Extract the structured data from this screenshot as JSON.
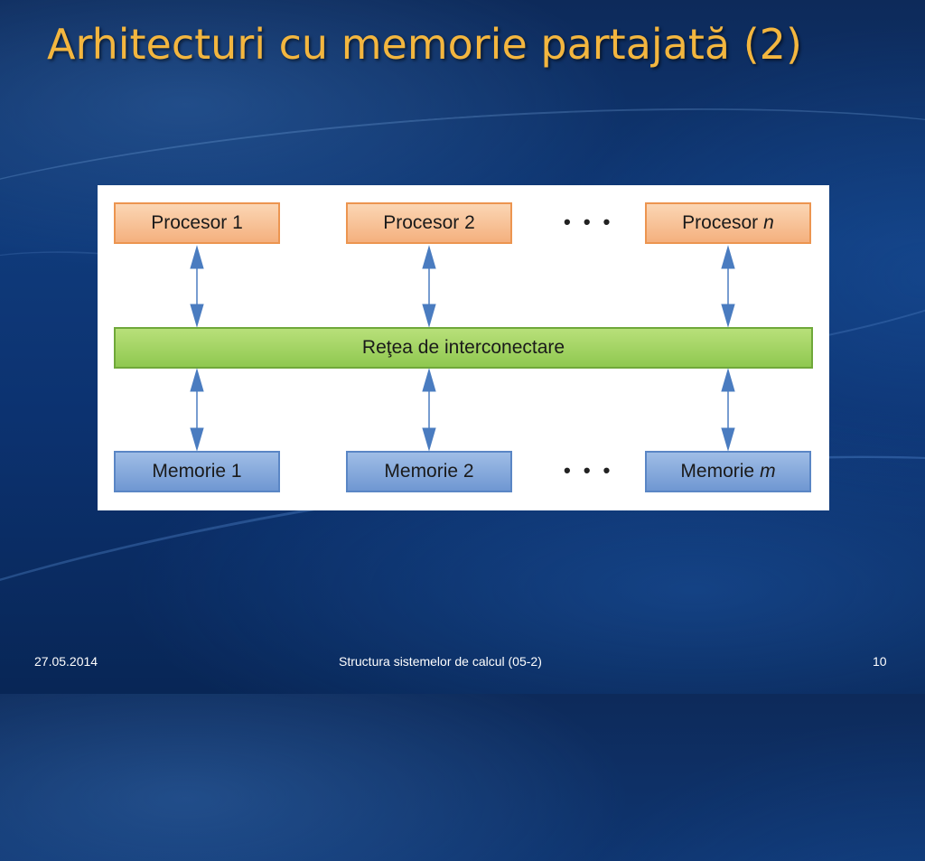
{
  "slide": {
    "title": "Arhitecturi cu memorie partajată (2)"
  },
  "diagram": {
    "processors": [
      {
        "label": "Procesor 1",
        "suffix": ""
      },
      {
        "label": "Procesor 2",
        "suffix": ""
      },
      {
        "label": "Procesor",
        "suffix": "n"
      }
    ],
    "memories": [
      {
        "label": "Memorie 1",
        "suffix": ""
      },
      {
        "label": "Memorie 2",
        "suffix": ""
      },
      {
        "label": "Memorie",
        "suffix": "m"
      }
    ],
    "interconnect_label": "Reţea de interconectare",
    "ellipsis": "• • •",
    "colors": {
      "processor_fill": "#f4b07e",
      "memory_fill": "#6f97d2",
      "interconnect_fill": "#8fc850",
      "arrow": "#4a7cc0",
      "title": "#f3b63f"
    }
  },
  "footer": {
    "date": "27.05.2014",
    "course": "Structura sistemelor de calcul (05-2)",
    "page_number": "10"
  }
}
